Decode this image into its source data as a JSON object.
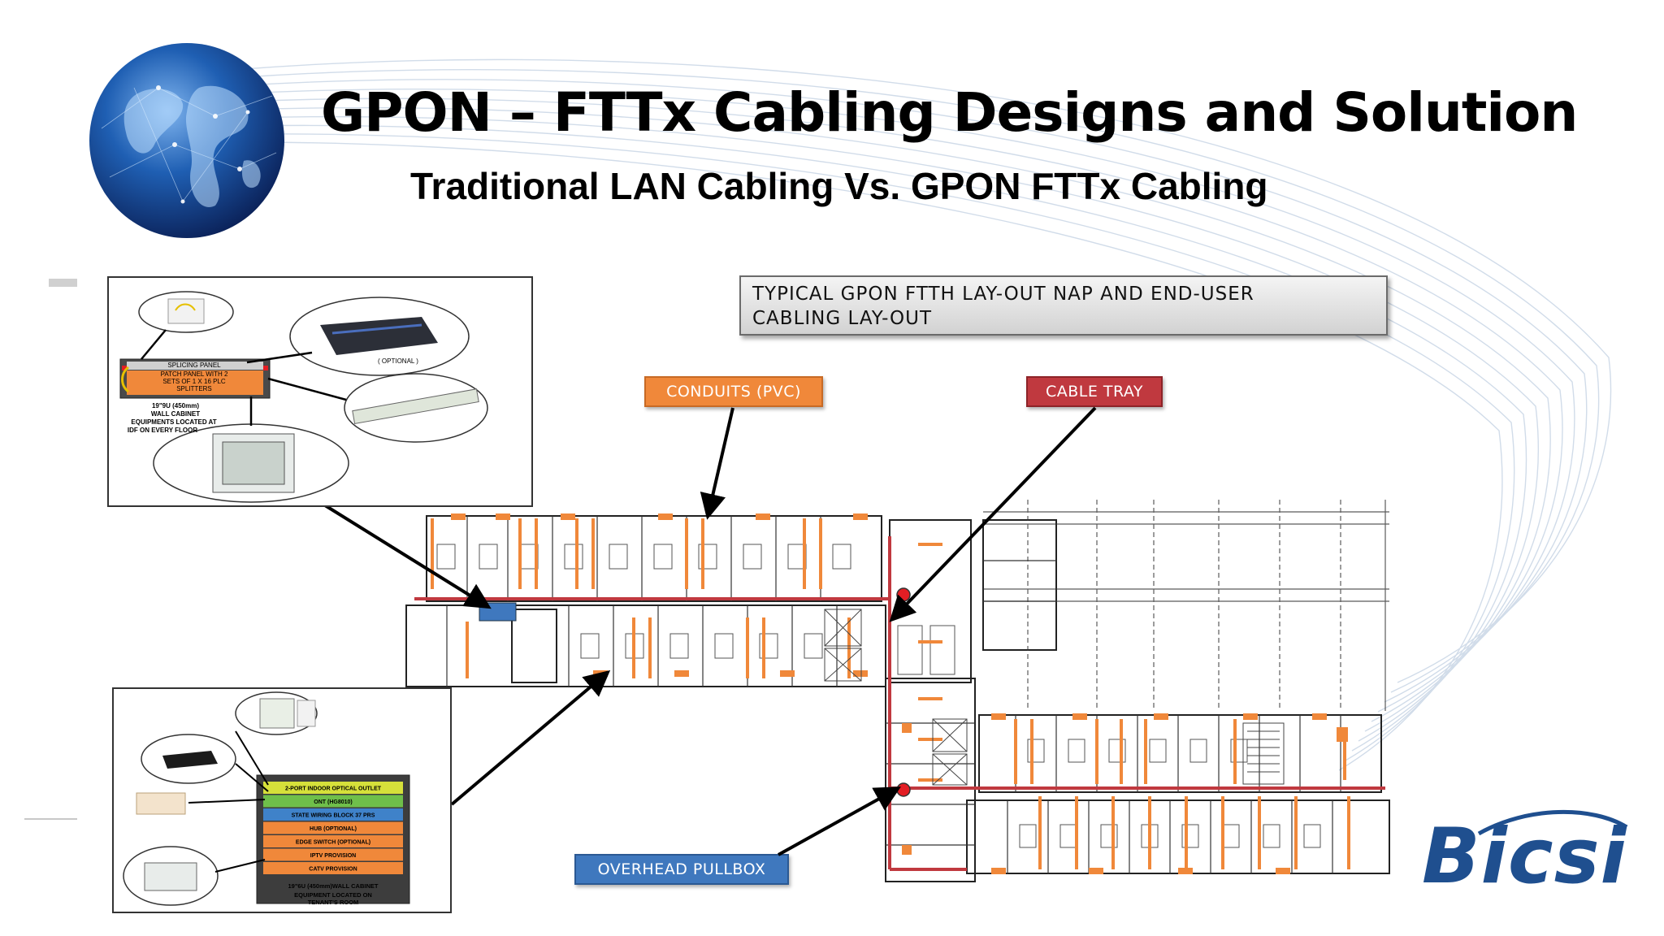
{
  "slide": {
    "title": "GPON – FTTx  Cabling Designs and Solution",
    "subtitle": "Traditional LAN Cabling  Vs. GPON FTTx  Cabling",
    "logo_text": "Bicsi",
    "globe_icon": "globe-icon"
  },
  "callout": {
    "line1": "TYPICAL  GPON FTTH  LAY-OUT  NAP AND END-USER",
    "line2": "CABLING LAY-OUT"
  },
  "labels": {
    "conduits": "CONDUITS (PVC)",
    "cable_tray": "CABLE TRAY",
    "overhead_pullbox": "OVERHEAD PULLBOX"
  },
  "inset_top": {
    "splicing_panel": "SPLICING PANEL",
    "patch_panel_1": "PATCH PANEL WITH 2",
    "patch_panel_2": "SETS OF 1 X 16 PLC",
    "patch_panel_3": "SPLITTERS",
    "cabinet_1": "19\"9U (450mm)",
    "cabinet_2": "WALL CABINET",
    "equip_1": "EQUIPMENTS LOCATED AT",
    "equip_2": "IDF ON EVERY FLOOR",
    "optional": "( OPTIONAL )"
  },
  "inset_bottom": {
    "rows": [
      "2-PORT INDOOR OPTICAL OUTLET",
      "ONT (HG8010)",
      "STATE WIRING BLOCK 37 PRS",
      "HUB (OPTIONAL)",
      "EDGE SWITCH (OPTIONAL)",
      "IPTV PROVISION",
      "CATV PROVISION"
    ],
    "row_colors": [
      "#d6e03a",
      "#6fbf4a",
      "#3f82c9",
      "#f0883a",
      "#f0883a",
      "#f0883a",
      "#f0883a"
    ],
    "cabinet": "19\"6U (450mm)WALL CABINET",
    "equip_1": "EQUIPMENT LOCATED ON",
    "equip_2": "TENANT'S ROOM"
  },
  "colors": {
    "conduit": "#f0883a",
    "cable_tray": "#c0393f",
    "pullbox": "#3f78be",
    "logo": "#1f4f8f"
  }
}
